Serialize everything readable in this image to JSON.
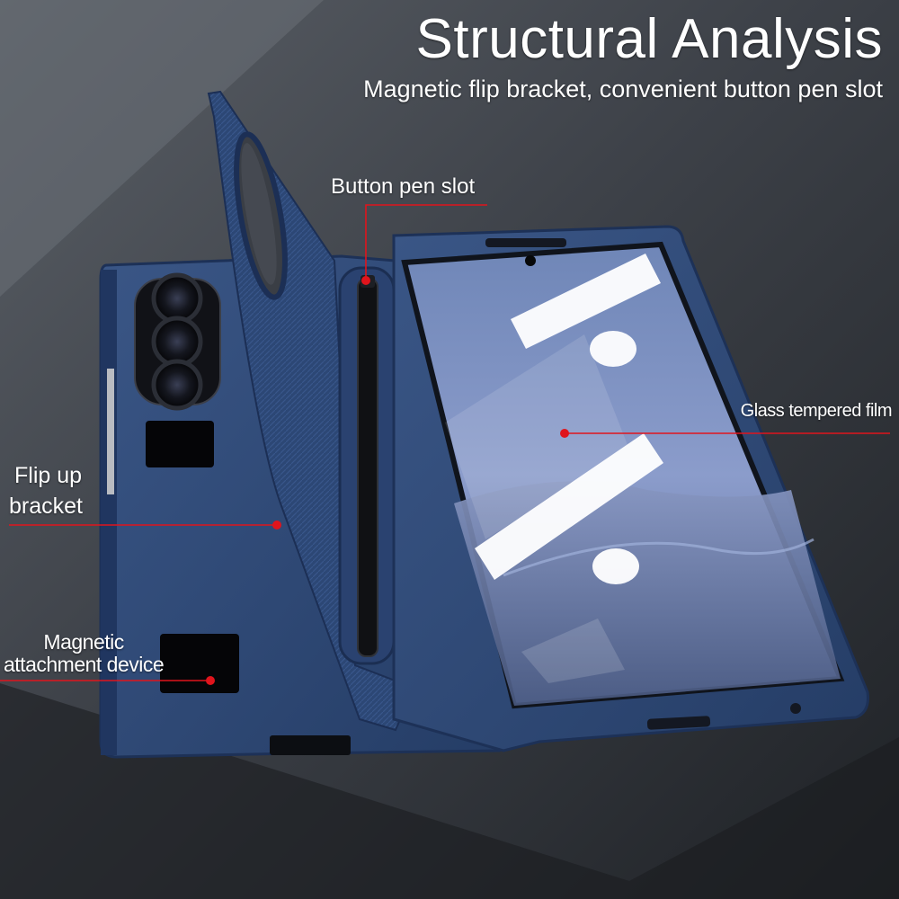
{
  "header": {
    "title": "Structural Analysis",
    "subtitle": "Magnetic flip bracket, convenient button pen slot"
  },
  "callouts": {
    "pen_slot": "Button pen slot",
    "glass_film": "Glass tempered film",
    "flip_bracket_line1": "Flip up",
    "flip_bracket_line2": "bracket",
    "magnetic_line1": "Magnetic",
    "magnetic_line2": "attachment device"
  },
  "colors": {
    "background": "#3a3e45",
    "case_blue": "#2e4a78",
    "callout_red": "#e0141c",
    "text": "#ffffff"
  }
}
